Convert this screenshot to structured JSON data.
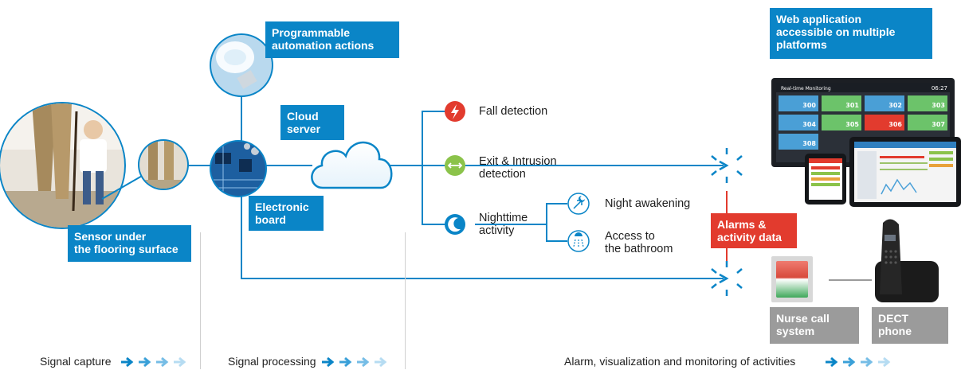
{
  "labels": {
    "automation": "Programmable\nautomation actions",
    "cloud": "Cloud\nserver",
    "board": "Electronic\nboard",
    "sensor": "Sensor under\nthe flooring surface",
    "webapp": "Web application\naccessible on multiple\nplatforms",
    "alarms": "Alarms &\nactivity data",
    "nurse": "Nurse call\nsystem",
    "dect": "DECT phone"
  },
  "detections": {
    "fall": "Fall detection",
    "exit": "Exit & Intrusion\ndetection",
    "night": "Nighttime\nactivity",
    "awakening": "Night awakening",
    "bathroom": "Access to\nthe bathroom"
  },
  "footer": {
    "capture": "Signal capture",
    "processing": "Signal processing",
    "alarm": "Alarm, visualization and monitoring of activities"
  },
  "screen": {
    "title": "Real-time Monitoring",
    "time": "06:27",
    "rooms": [
      "300",
      "301",
      "302",
      "303",
      "304",
      "305",
      "306",
      "307",
      "308"
    ]
  },
  "colors": {
    "accent": "#0a85c7",
    "alert": "#e23b2e",
    "exit": "#8bc34a",
    "night": "#0a85c7",
    "grey": "#9b9b9b"
  }
}
